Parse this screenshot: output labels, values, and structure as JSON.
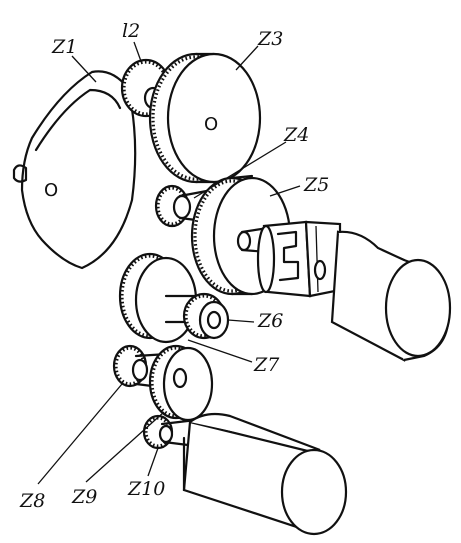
{
  "labels": {
    "z1": "Z1",
    "l2": "l2",
    "z3": "Z3",
    "z4": "Z4",
    "z5": "Z5",
    "z6": "Z6",
    "z7": "Z7",
    "z8": "Z8",
    "z9": "Z9",
    "z10": "Z10"
  },
  "marks": {
    "cam_hole": "O",
    "gear_z3_hole": "O"
  },
  "colors": {
    "ink": "#111111",
    "paper": "#ffffff"
  }
}
